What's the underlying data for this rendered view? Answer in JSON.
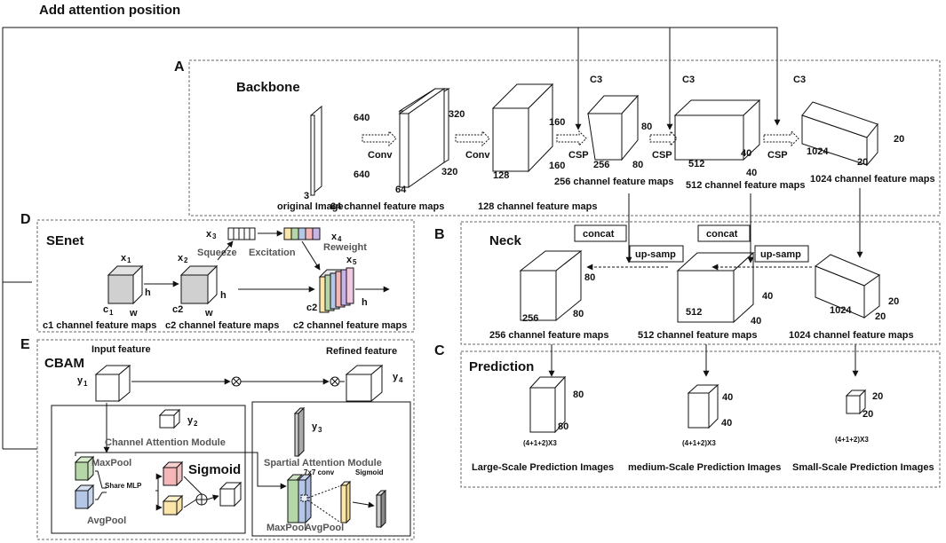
{
  "title": "Add attention position",
  "sections": {
    "A": "A",
    "B": "B",
    "C": "C",
    "D": "D",
    "E": "E"
  },
  "backbone": {
    "title": "Backbone",
    "ops": {
      "conv1": "Conv",
      "conv2": "Conv",
      "csp1": "CSP",
      "csp2": "CSP",
      "csp3": "CSP",
      "c3_1": "C3",
      "c3_2": "C3",
      "c3_3": "C3"
    },
    "img": {
      "h": "640",
      "w": "640",
      "c": "3",
      "label": "original Image"
    },
    "f64": {
      "h": "320",
      "w": "320",
      "c": "64",
      "label": "64 channel feature maps"
    },
    "f128": {
      "h": "160",
      "w": "160",
      "c": "128",
      "label": "128 channel feature maps"
    },
    "f256": {
      "h": "80",
      "w": "80",
      "c": "256",
      "label": "256 channel feature maps"
    },
    "f512": {
      "h": "40",
      "w": "40",
      "c": "512",
      "label": "512 channel feature maps"
    },
    "f1024": {
      "h": "20",
      "w": "20",
      "c": "1024",
      "label": "1024 channel feature maps"
    }
  },
  "neck": {
    "title": "Neck",
    "concat1": "concat",
    "concat2": "concat",
    "up1": "up-samp",
    "up2": "up-samp",
    "n256": {
      "h": "80",
      "w": "80",
      "c": "256",
      "label": "256 channel feature maps"
    },
    "n512": {
      "h": "40",
      "w": "40",
      "c": "512",
      "label": "512 channel feature maps"
    },
    "n1024": {
      "h": "20",
      "w": "20",
      "c": "1024",
      "label": "1024 channel feature maps"
    }
  },
  "prediction": {
    "title": "Prediction",
    "large": {
      "h": "80",
      "w": "80",
      "formula": "(4+1+2)X3",
      "label": "Large-Scale Prediction Images"
    },
    "medium": {
      "h": "40",
      "w": "40",
      "formula": "(4+1+2)X3",
      "label": "medium-Scale Prediction Images"
    },
    "small": {
      "h": "20",
      "w": "20",
      "formula": "(4+1+2)X3",
      "label": "Small-Scale Prediction Images"
    }
  },
  "senet": {
    "title": "SEnet",
    "x1": "x",
    "x1sub": "1",
    "x2": "x",
    "x2sub": "2",
    "x3": "x",
    "x3sub": "3",
    "x4": "x",
    "x4sub": "4",
    "x5": "x",
    "x5sub": "5",
    "squeeze": "Squeeze",
    "excitation": "Excitation",
    "reweight": "Reweight",
    "h1": "h",
    "w1": "w",
    "c1": "c",
    "c1sub": "1",
    "h2": "h",
    "w2": "w",
    "c2": "c2",
    "h3": "h",
    "c3": "c2",
    "label1": "c1 channel feature maps",
    "label2": "c2 channel feature maps",
    "label3": "c2 channel feature maps"
  },
  "cbam": {
    "title": "CBAM",
    "input": "Input feature",
    "refined": "Refined feature",
    "y1": "y",
    "y1sub": "1",
    "y2": "y",
    "y2sub": "2",
    "y3": "y",
    "y3sub": "3",
    "y4": "y",
    "y4sub": "4",
    "cam": "Channel Attention Module",
    "sam": "Spartial Attention Module",
    "maxpool": "MaxPool",
    "avgpool": "AvgPool",
    "share_mlp": "Share MLP",
    "sigmoid": "Sigmoid",
    "conv7": "7x7 conv",
    "sigmoid2": "Sigmoid",
    "maxpool2": "MaxPool",
    "avgpool2": "AvgPool"
  },
  "colors": {
    "green": "#b5d6a7",
    "blue": "#b4c7e7",
    "red": "#f4b6b6",
    "yellow": "#fbe5a8",
    "purple": "#c9b3e6",
    "gray": "#d0d0d0"
  }
}
